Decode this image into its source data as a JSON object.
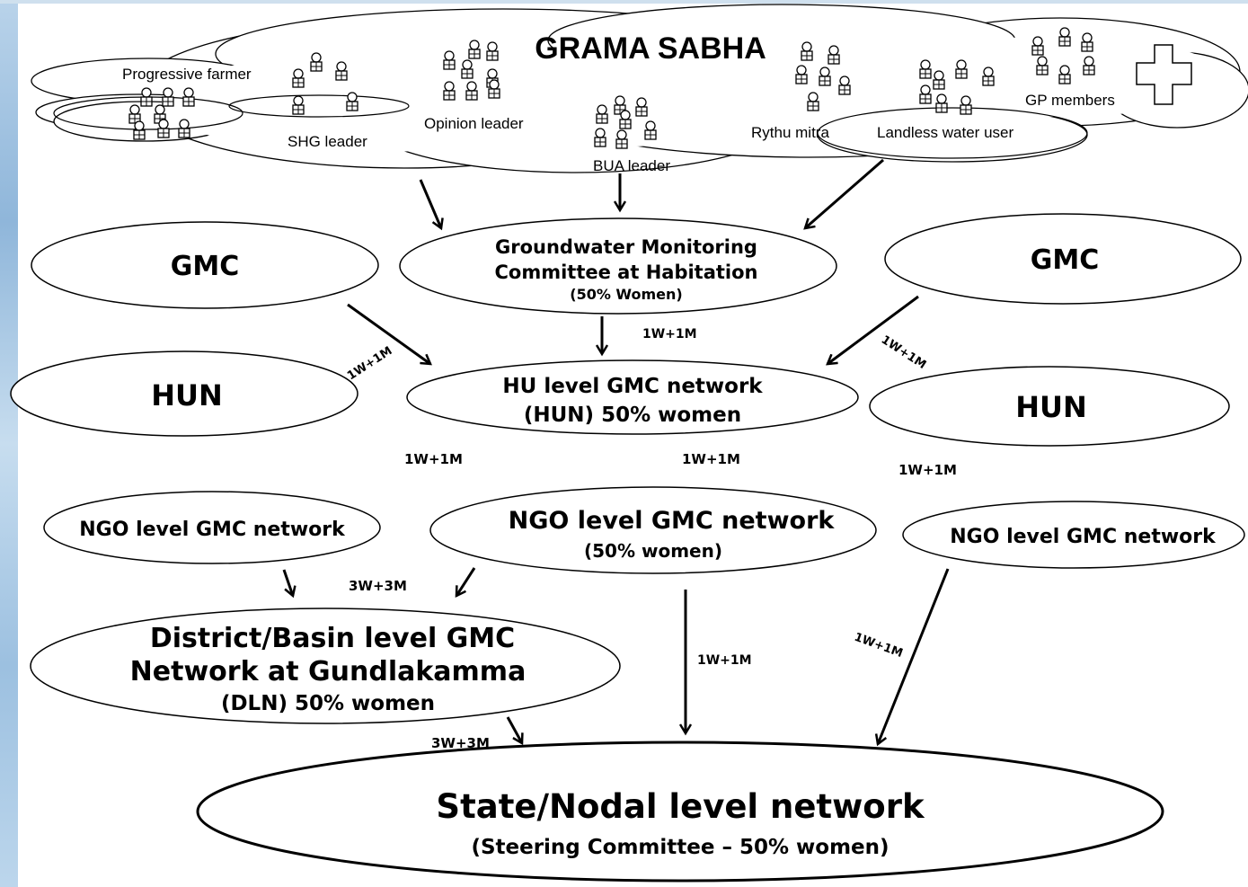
{
  "grama_sabha": {
    "title": "GRAMA SABHA",
    "members": {
      "progressive_farmer": "Progressive  farmer",
      "shg_leader": "SHG leader",
      "opinion_leader": "Opinion leader",
      "bua_leader": "BUA leader",
      "rythu_mitra": "Rythu mitra",
      "landless_water_user": "Landless water user",
      "gp_members": "GP members"
    }
  },
  "habitation": {
    "gmc_left": "GMC",
    "gmc_right": "GMC",
    "center_line1": "Groundwater Monitoring",
    "center_line2": "Committee at Habitation",
    "center_line3": "(50% Women)"
  },
  "hun": {
    "left": "HUN",
    "right": "HUN",
    "center_line1": "HU level GMC network",
    "center_line2": "(HUN) 50% women"
  },
  "ngo": {
    "left": "NGO level GMC network",
    "right": "NGO level GMC network",
    "center_line1": "NGO level GMC network",
    "center_line2": "(50% women)"
  },
  "district": {
    "line1": "District/Basin level GMC",
    "line2": "Network at Gundlakamma",
    "line3": "(DLN) 50% women"
  },
  "state": {
    "line1": "State/Nodal level network",
    "line2": "(Steering Committee – 50% women)"
  },
  "representation_labels": {
    "habitation_to_hun": "1W+1M",
    "gmc_left_to_hun": "1W+1M",
    "gmc_right_to_hun": "1W+1M",
    "hun_left_to_ngo": "1W+1M",
    "hun_center_to_ngo": "1W+1M",
    "hun_right_to_ngo": "1W+1M",
    "ngo_to_district": "3W+3M",
    "ngo_center_to_state": "1W+1M",
    "ngo_right_to_state": "1W+1M",
    "district_to_state": "3W+3M"
  }
}
